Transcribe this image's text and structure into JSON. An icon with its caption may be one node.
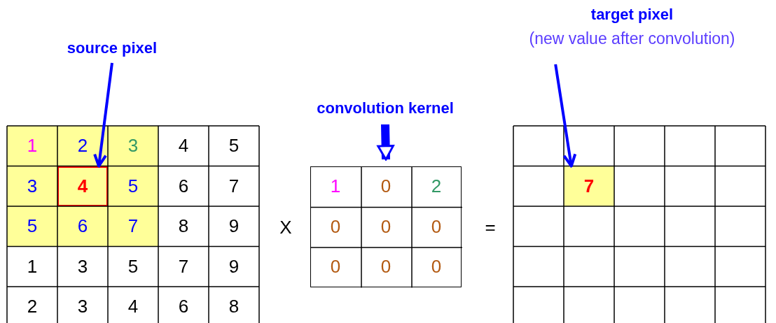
{
  "diagram": {
    "nodes": [
      {
        "text": [
          "source pixel"
        ]
      },
      {
        "text": [
          "4"
        ]
      },
      {
        "text": [
          "target pixel",
          "(new value after convolution)"
        ]
      },
      {
        "text": [
          "7"
        ]
      },
      {
        "text": [
          "convolution kernel"
        ]
      },
      {
        "text": [],
        "shape": "box"
      }
    ],
    "edges": [
      {
        "from": 0,
        "to": 1,
        "arrow": "to"
      },
      {
        "from": 2,
        "to": 3,
        "arrow": "to"
      },
      {
        "from": 4,
        "to": 5,
        "arrow": "to",
        "style": "thick"
      }
    ],
    "labels": [
      "1",
      "2",
      "3",
      "4",
      "5",
      "3",
      "5",
      "6",
      "7",
      "5",
      "6",
      "7",
      "8",
      "9",
      "1",
      "3",
      "5",
      "7",
      "9",
      "2",
      "3",
      "4",
      "6",
      "8",
      "X",
      "1",
      "0",
      "2",
      "0",
      "0",
      "0",
      "0",
      "0",
      "0",
      "="
    ]
  }
}
